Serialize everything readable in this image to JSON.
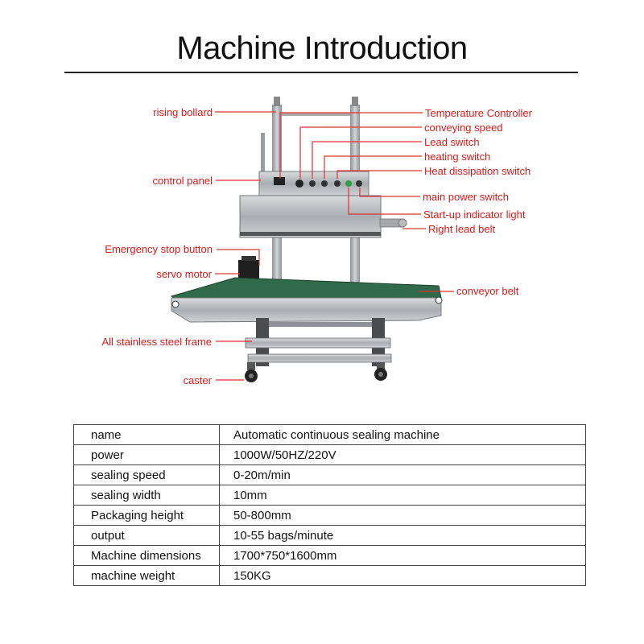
{
  "title": "Machine Introduction",
  "callouts_left": {
    "rising_bollard": "rising bollard",
    "control_panel": "control panel",
    "emergency_stop": "Emergency stop button",
    "servo_motor": "servo motor",
    "frame": "All stainless steel frame",
    "caster": "caster"
  },
  "callouts_right": {
    "temperature_controller": "Temperature Controller",
    "conveying_speed": "conveying speed",
    "lead_switch": "Lead switch",
    "heating_switch": "heating switch",
    "heat_dissipation_switch": "Heat dissipation switch",
    "main_power_switch": "main power switch",
    "startup_light": "Start-up indicator light",
    "right_lead_belt": "Right lead belt",
    "conveyor_belt": "conveyor belt"
  },
  "specs": [
    {
      "key": "name",
      "value": "Automatic continuous sealing machine"
    },
    {
      "key": "power",
      "value": "1000W/50HZ/220V"
    },
    {
      "key": "sealing speed",
      "value": "0-20m/min"
    },
    {
      "key": "sealing width",
      "value": "10mm"
    },
    {
      "key": "Packaging height",
      "value": "50-800mm"
    },
    {
      "key": "output",
      "value": "10-55 bags/minute"
    },
    {
      "key": "Machine dimensions",
      "value": "1700*750*1600mm"
    },
    {
      "key": "machine weight",
      "value": "150KG"
    }
  ],
  "colors": {
    "callout": "#e01818",
    "steel": "#b9bcbf",
    "belt": "#2f6b4a"
  }
}
